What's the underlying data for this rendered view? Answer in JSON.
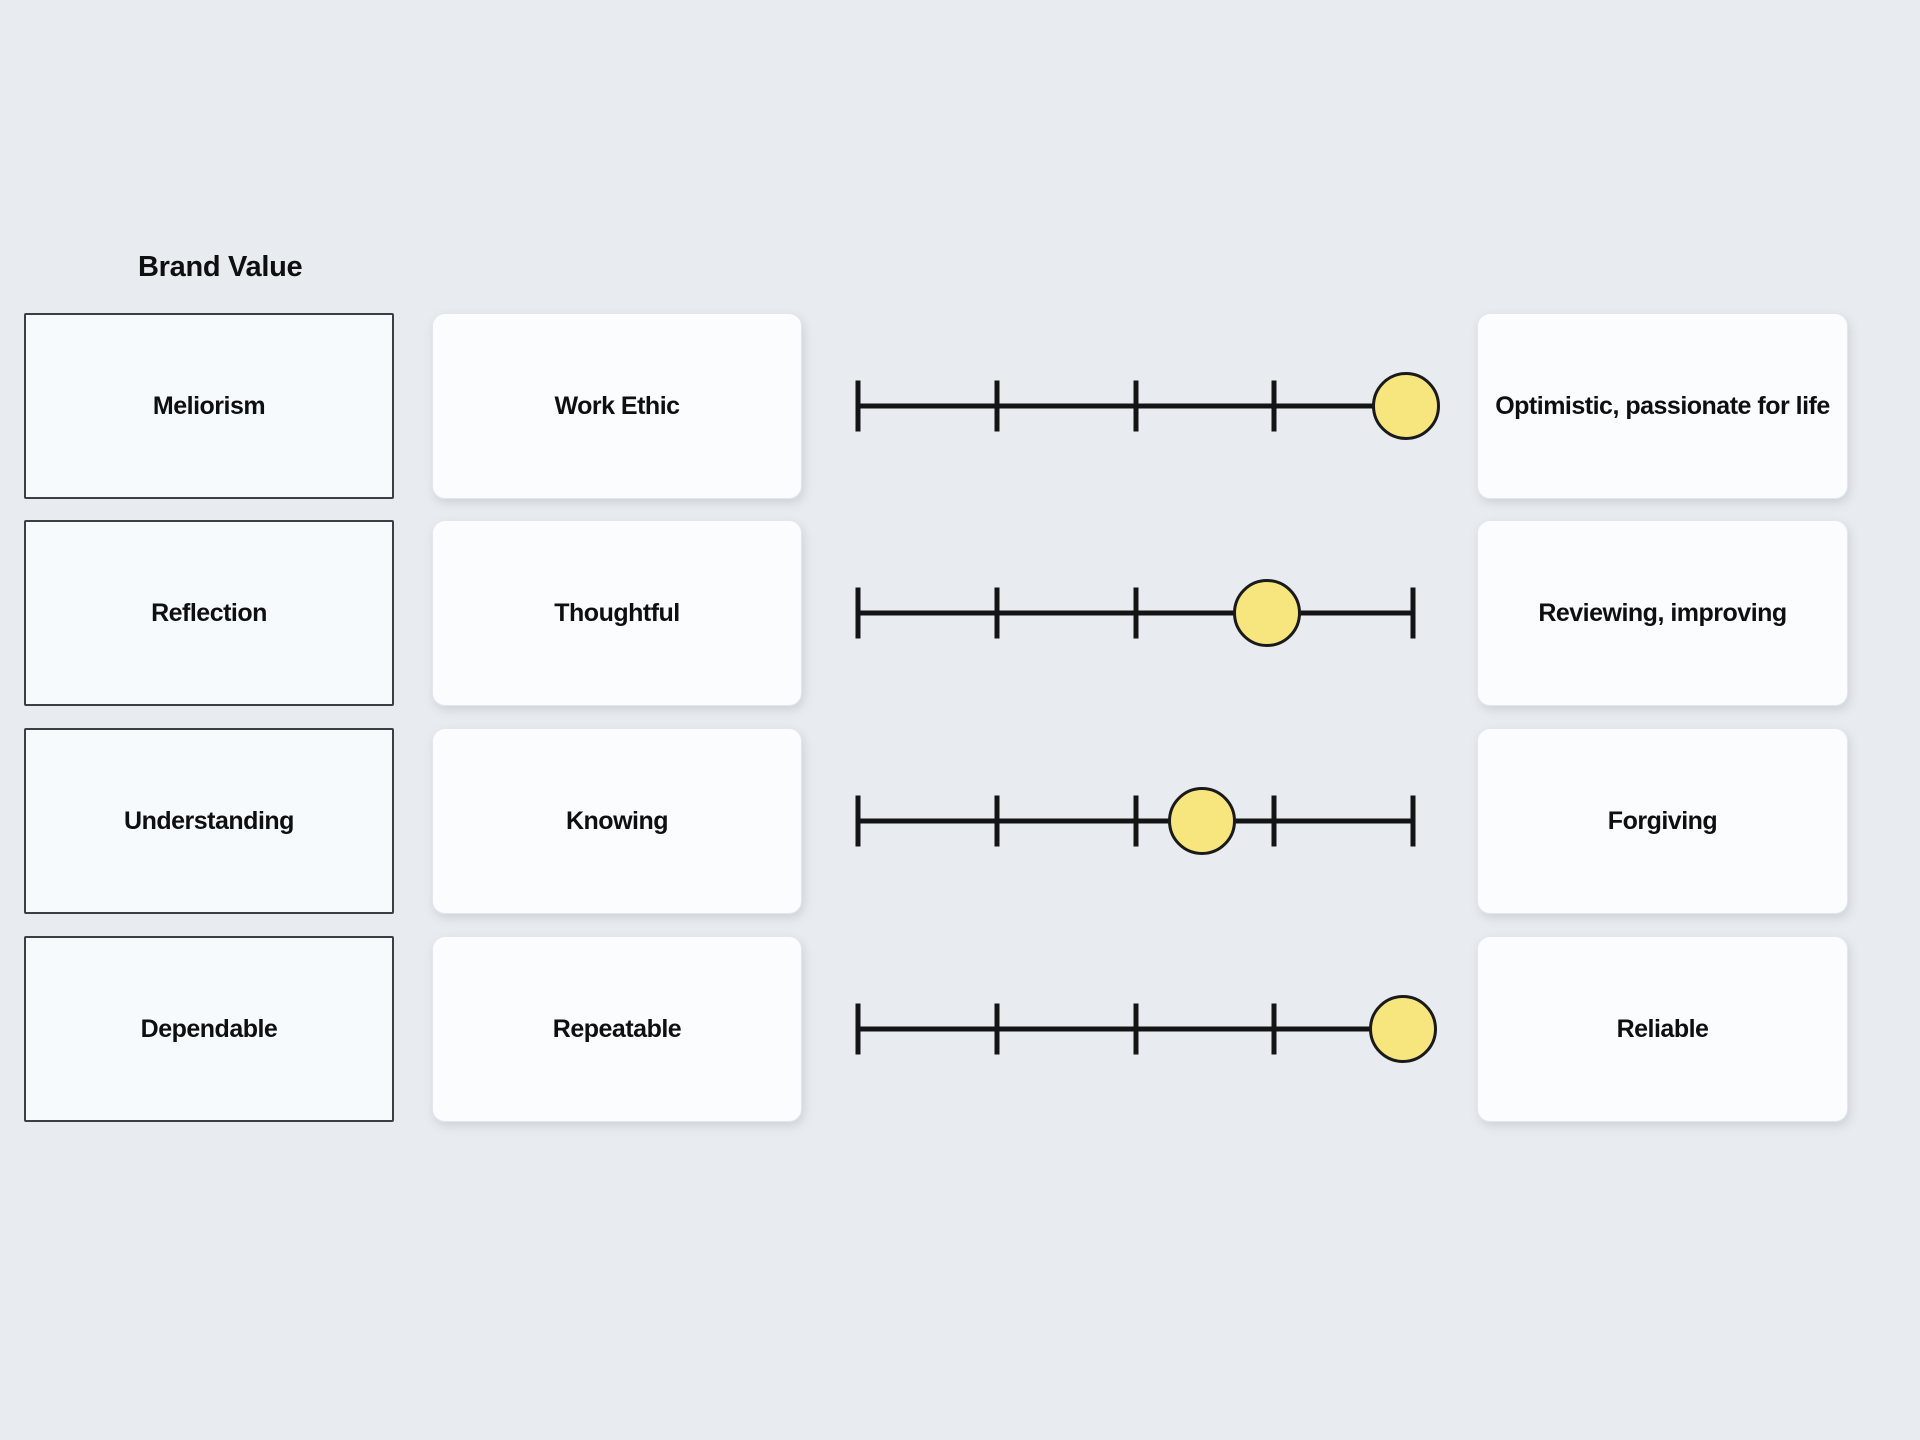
{
  "title": "Brand Value",
  "colors": {
    "background": "#E8EBEF",
    "text": "#0E0F10",
    "card_plain_bg": "#F7FAFD",
    "card_plain_border": "#3A3F46",
    "card_soft_bg": "#FAFCFE",
    "card_soft_border": "#E3E7EC",
    "slider_line": "#141414",
    "marker_fill": "#F7E57E",
    "marker_stroke": "#1A1A1A"
  },
  "rows": [
    {
      "value": "Meliorism",
      "trait": "Work Ethic",
      "meaning": "Optimistic, passionate for life",
      "slider": {
        "ticks": 5,
        "position_pct": 98.7
      }
    },
    {
      "value": "Reflection",
      "trait": "Thoughtful",
      "meaning": "Reviewing, improving",
      "slider": {
        "ticks": 5,
        "position_pct": 73.7
      }
    },
    {
      "value": "Understanding",
      "trait": "Knowing",
      "meaning": "Forgiving",
      "slider": {
        "ticks": 5,
        "position_pct": 62
      }
    },
    {
      "value": "Dependable",
      "trait": "Repeatable",
      "meaning": "Reliable",
      "slider": {
        "ticks": 5,
        "position_pct": 98.2
      }
    }
  ]
}
